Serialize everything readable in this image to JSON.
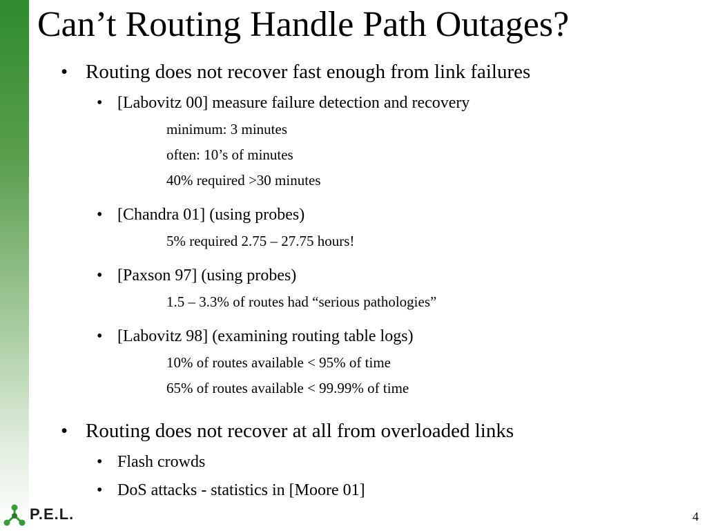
{
  "slide": {
    "title": "Can’t Routing Handle Path Outages?",
    "bullet_glyph": "•",
    "items": [
      {
        "level": 1,
        "text": "Routing does not recover fast enough from link failures"
      },
      {
        "level": 2,
        "text": "[Labovitz 00] measure failure detection and recovery"
      },
      {
        "level": 3,
        "text": "minimum: 3 minutes"
      },
      {
        "level": 3,
        "text": "often: 10’s of minutes"
      },
      {
        "level": 3,
        "text": "40%  required  >30 minutes"
      },
      {
        "level": 2,
        "text": "[Chandra 01] (using probes)"
      },
      {
        "level": 3,
        "text": "5% required  2.75 – 27.75 hours!"
      },
      {
        "level": 2,
        "text": "[Paxson 97] (using probes)"
      },
      {
        "level": 3,
        "text": "1.5 – 3.3% of routes had “serious pathologies”"
      },
      {
        "level": 2,
        "text": "[Labovitz 98] (examining routing table logs)"
      },
      {
        "level": 3,
        "text": "10% of routes available < 95% of time"
      },
      {
        "level": 3,
        "text": "65% of routes available < 99.99% of time"
      },
      {
        "level": 1,
        "text": "Routing does not recover at all from overloaded links"
      },
      {
        "level": 2,
        "text": "Flash crowds"
      },
      {
        "level": 2,
        "text": "DoS attacks   -  statistics in [Moore 01]"
      }
    ],
    "logo_text": "P.E.L.",
    "page_number": "4",
    "colors": {
      "sidebar_top": "#2e8b2e",
      "logo_green": "#3a9a3a"
    }
  }
}
